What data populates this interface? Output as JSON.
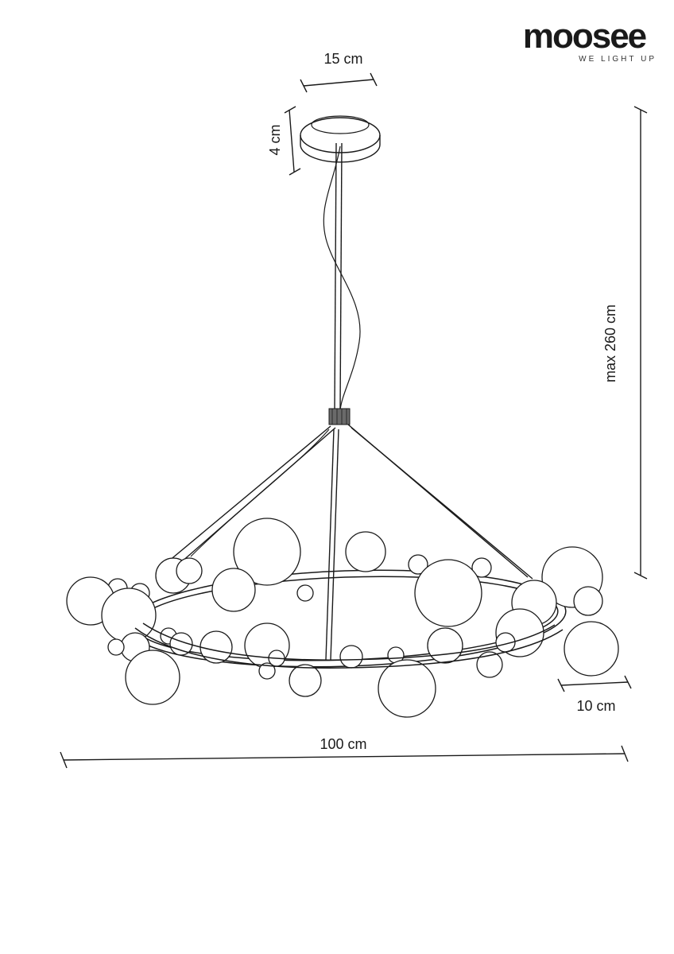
{
  "brand": {
    "name": "moosee",
    "tagline": "WE LIGHT UP"
  },
  "dimensions": {
    "canopy_width": "15 cm",
    "canopy_height": "4 cm",
    "max_height": "max 260 cm",
    "globe_diameter": "10 cm",
    "ring_diameter": "100 cm"
  },
  "colors": {
    "line": "#1a1a1a",
    "background": "#ffffff"
  }
}
